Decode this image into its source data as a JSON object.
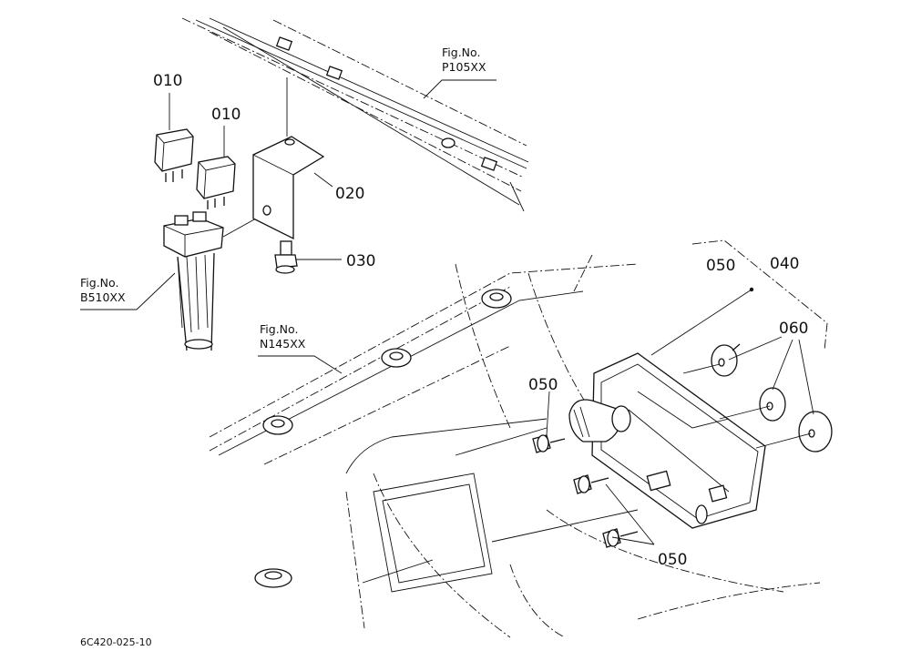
{
  "callouts": {
    "relay_a": "010",
    "relay_b": "010",
    "bracket": "020",
    "screw": "030",
    "lamp_assembly": "040",
    "lamp_screw_top": "050",
    "lamp_screw_left": "050",
    "lamp_screw_bottom": "050",
    "grommets": "060"
  },
  "figure_refs": {
    "p105": {
      "label": "Fig.No.",
      "number": "P105XX"
    },
    "b510": {
      "label": "Fig.No.",
      "number": "B510XX"
    },
    "n145": {
      "label": "Fig.No.",
      "number": "N145XX"
    }
  },
  "drawing_code": "6C420-025-10"
}
